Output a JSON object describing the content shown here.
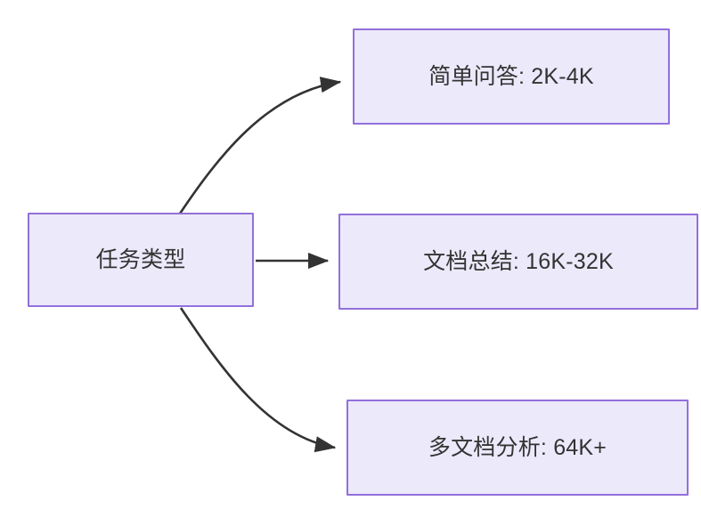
{
  "diagram": {
    "type": "flowchart",
    "direction": "left-to-right",
    "background_color": "#ffffff",
    "node_fill_color": "#ece9fb",
    "node_border_color": "#9370db",
    "node_text_color": "#333333",
    "edge_color": "#333333",
    "nodes": [
      {
        "id": "source",
        "label": "任务类型",
        "role": "root"
      },
      {
        "id": "simple_qa",
        "label": "简单问答: 2K-4K",
        "role": "leaf"
      },
      {
        "id": "doc_summary",
        "label": "文档总结: 16K-32K",
        "role": "leaf"
      },
      {
        "id": "multi_doc",
        "label": "多文档分析: 64K+",
        "role": "leaf"
      }
    ],
    "edges": [
      {
        "from": "source",
        "to": "simple_qa",
        "label": "",
        "style": "curved-arrow"
      },
      {
        "from": "source",
        "to": "doc_summary",
        "label": "",
        "style": "straight-arrow"
      },
      {
        "from": "source",
        "to": "multi_doc",
        "label": "",
        "style": "curved-arrow"
      }
    ]
  }
}
